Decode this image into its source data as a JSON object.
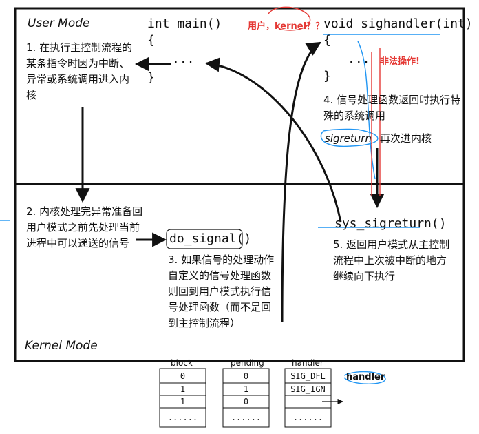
{
  "user_mode": {
    "title": "User Mode"
  },
  "kernel_mode": {
    "title": "Kernel Mode"
  },
  "main_code": {
    "signature": "int main()",
    "open_brace": "{",
    "ellipsis": "···",
    "close_brace": "}"
  },
  "handler_code": {
    "signature": "void sighandler(int)",
    "open_brace": "{",
    "ellipsis": "···",
    "close_brace": "}"
  },
  "steps": {
    "s1": "1. 在执行主控制流程的某条指令时因为中断、异常或系统调用进入内核",
    "s2": "2. 内核处理完异常准备回用户模式之前先处理当前进程中可以递送的信号",
    "s3": "3. 如果信号的处理动作自定义的信号处理函数则回到用户模式执行信号处理函数（而不是回到主控制流程）",
    "s4_a": "4. 信号处理函数返回时执行特殊的系统调用",
    "s4_b_mid": "sigreturn",
    "s4_b_tail": "再次进内核",
    "s5": "5. 返回用户模式从主控制流程中上次被中断的地方继续向下执行"
  },
  "kernel_funcs": {
    "do_signal": "do_signal()",
    "sys_sigreturn": "sys_sigreturn()"
  },
  "annotations": {
    "user_kernel_q": "用户，kernel？？",
    "illegal_op": "非法操作!",
    "handler_note": "handler"
  },
  "signal_table": {
    "headers": [
      "block",
      "pending",
      "handler"
    ],
    "rows": [
      [
        "0",
        "0",
        "SIG_DFL"
      ],
      [
        "1",
        "1",
        "SIG_IGN"
      ],
      [
        "1",
        "0",
        ""
      ],
      [
        "......",
        "......",
        "......"
      ]
    ]
  },
  "colors": {
    "annotation_red": "#e53935",
    "annotation_blue": "#2196f3",
    "frame": "#111111"
  }
}
